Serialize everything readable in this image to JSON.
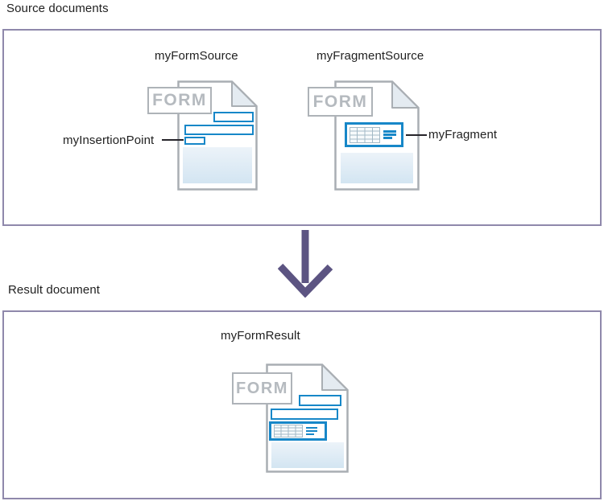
{
  "sections": {
    "source": {
      "label": "Source documents"
    },
    "result": {
      "label": "Result document"
    }
  },
  "documents": [
    {
      "name": "form-source",
      "title": "myFormSource",
      "badge": "FORM",
      "callout": "myInsertionPoint",
      "parts": [
        "field-bar",
        "field-bar",
        "insertion-point-bar"
      ]
    },
    {
      "name": "fragment-source",
      "title": "myFragmentSource",
      "badge": "FORM",
      "callout": "myFragment",
      "parts": [
        "fragment-box"
      ]
    },
    {
      "name": "form-result",
      "title": "myFormResult",
      "badge": "FORM",
      "parts": [
        "field-bar",
        "field-bar",
        "fragment-box"
      ]
    }
  ],
  "flow": {
    "direction": "down",
    "from": "source-panel",
    "to": "result-panel"
  },
  "icons": {
    "flow_arrow": "down-arrow-icon",
    "fragment_content": [
      "table-grid-icon",
      "text-lines-icon"
    ],
    "page": "document-page-icon"
  },
  "colors": {
    "panel_border": "#8f88ab",
    "field_blue": "#1787c8",
    "arrow_purple": "#5c5482",
    "page_border": "#a9aeb3",
    "page_fill_top": "#ecf3f9",
    "page_fill_bottom": "#d3e5f2",
    "badge_text": "#b5babf",
    "label_text": "#1f1f1f",
    "connector_black": "#26242a"
  }
}
